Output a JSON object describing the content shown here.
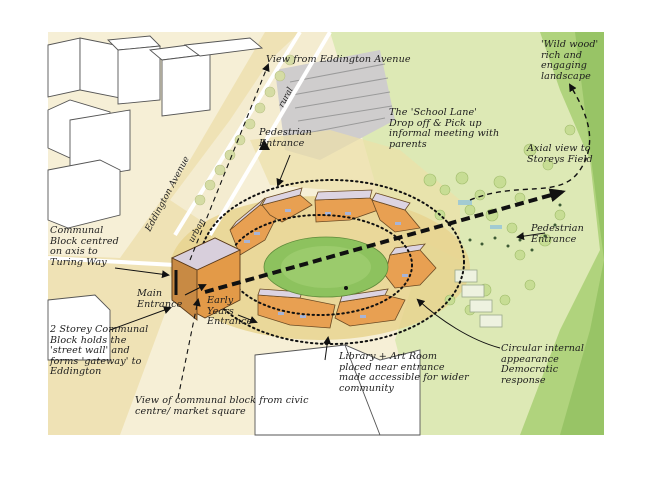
{
  "annotations": {
    "view_eddington": "View from Eddington Avenue",
    "wild_wood": "'Wild wood'\nrich and\nengaging\nlandscape",
    "school_lane": "The 'School Lane'\nDrop off & Pick up\ninformal meeting with\nparents",
    "pedestrian_entrance_top": "Pedestrian\nEntrance",
    "axial_view": "Axial view to\nStoreys Field",
    "communal_block_axis": "Communal\nBlock centred\non axis to\nTuring Way",
    "pedestrian_entrance_right": "Pedestrian\nEntrance",
    "main_entrance": "Main\nEntrance",
    "early_years": "Early\nYears\nEntrance",
    "two_storey": "2 Storey Communal\nBlock holds the\n'street wall' and\nforms 'gateway' to\nEddington",
    "circular_appearance": "Circular internal\nappearance\nDemocratic\nresponse",
    "library": "Library + Art Room\nplaced near entrance\nmade accessible for wider\ncommunity",
    "view_communal": "View of communal block from civic\ncentre/ market square"
  },
  "street_labels": {
    "eddington_avenue": "Eddington Avenue",
    "rural": "rural",
    "urban": "urban"
  },
  "colors": {
    "building_orange": "#e8a052",
    "roof_pale": "#dcd4e2",
    "grass": "#8dc25e",
    "ground_tan": "#eedfb0",
    "park_green": "#d7e6ac",
    "tree_green": "#94c166"
  }
}
